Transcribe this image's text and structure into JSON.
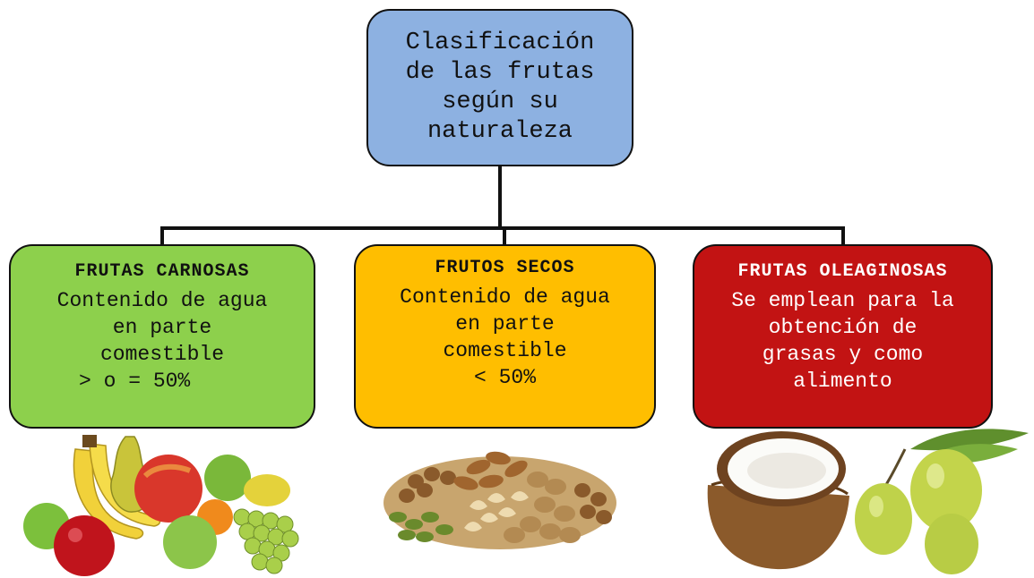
{
  "root": {
    "lines": [
      "Clasificación",
      "de las frutas",
      "según su",
      "naturaleza"
    ]
  },
  "categories": [
    {
      "heading": "FRUTAS CARNOSAS",
      "lines": [
        "Contenido de agua",
        "en parte",
        "comestible",
        "> o = 50%"
      ],
      "color": "#8dd04c",
      "image": "mixed-fruit"
    },
    {
      "heading": "FRUTOS SECOS",
      "lines": [
        "Contenido de agua",
        "en parte",
        "comestible",
        "< 50%"
      ],
      "color": "#ffbe00",
      "image": "nuts"
    },
    {
      "heading": "FRUTAS OLEAGINOSAS",
      "lines": [
        "Se emplean para la",
        "obtención de",
        "grasas y como",
        "alimento"
      ],
      "color": "#c21313",
      "image": "coconut-and-olives"
    }
  ],
  "root_color": "#8db1e1"
}
